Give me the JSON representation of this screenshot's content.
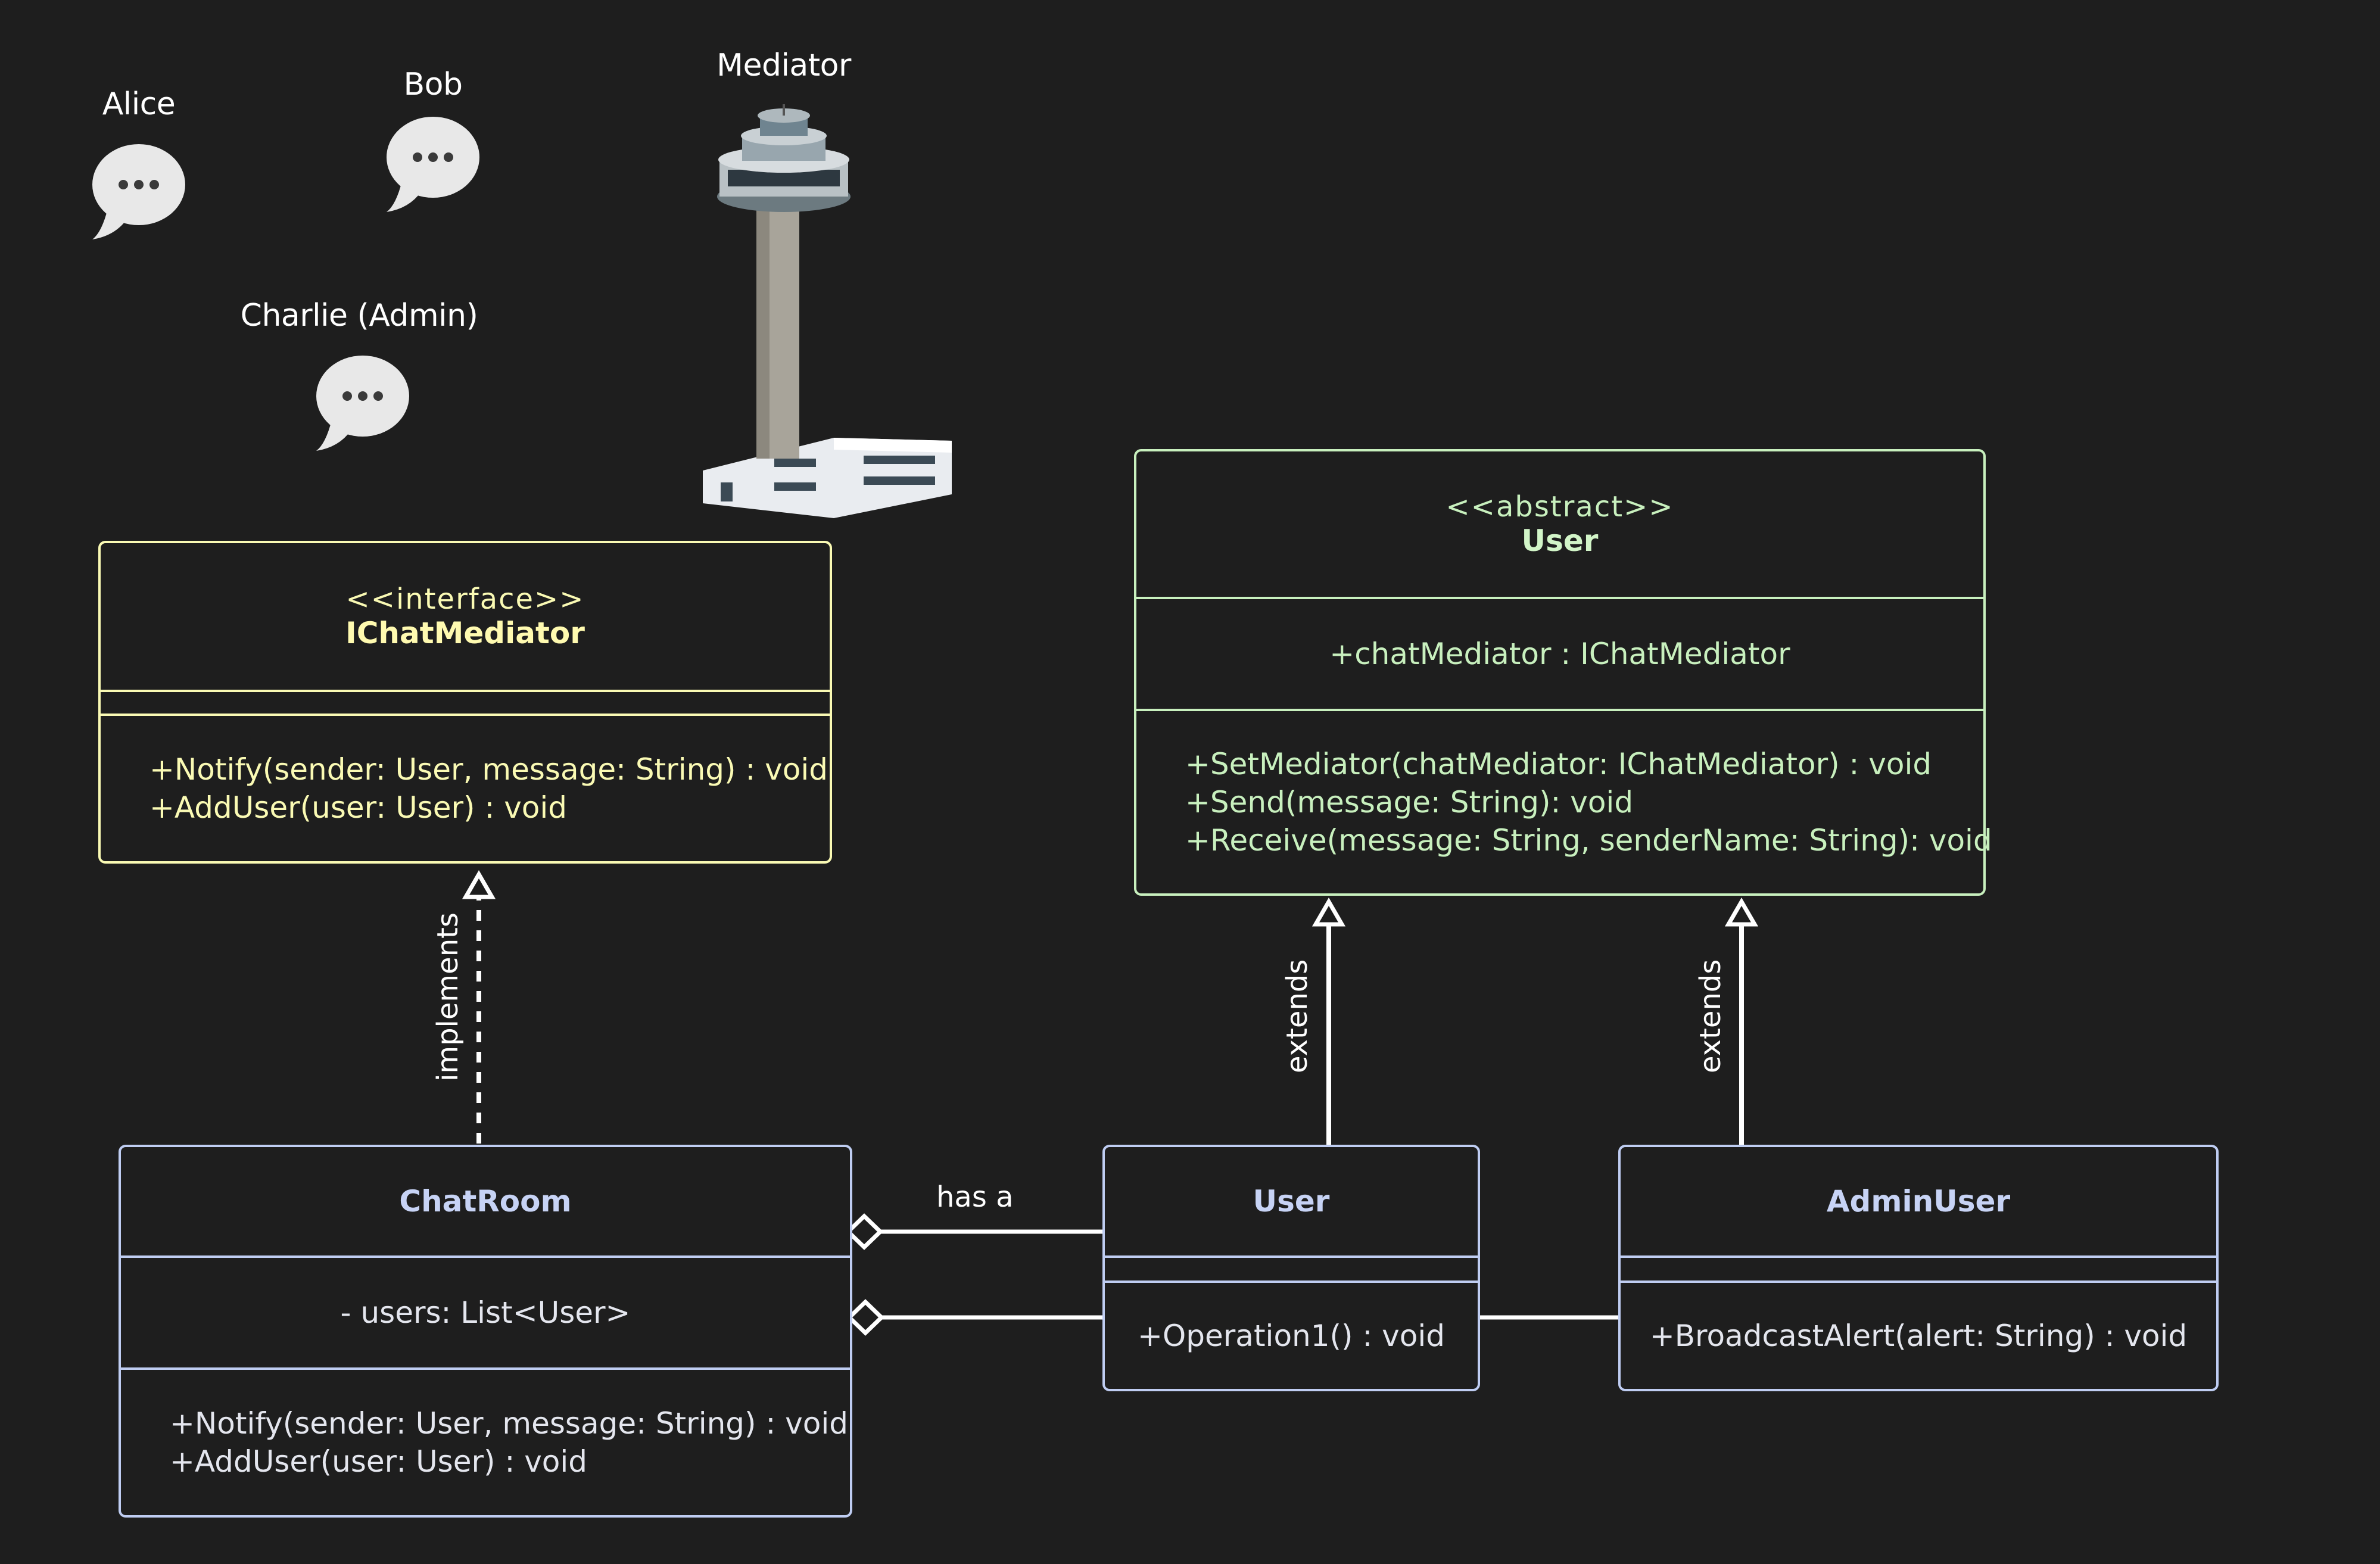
{
  "actors": {
    "alice": "Alice",
    "bob": "Bob",
    "charlie": "Charlie (Admin)",
    "mediator": "Mediator"
  },
  "interface_box": {
    "stereotype": "<<interface>>",
    "name": "IChatMediator",
    "methods": [
      "+Notify(sender: User, message: String) : void",
      "+AddUser(user: User) : void"
    ]
  },
  "abstract_box": {
    "stereotype": "<<abstract>>",
    "name": "User",
    "fields": [
      "+chatMediator : IChatMediator"
    ],
    "methods": [
      "+SetMediator(chatMediator: IChatMediator) : void",
      "+Send(message: String): void",
      "+Receive(message: String, senderName: String): void"
    ]
  },
  "chatroom_box": {
    "name": "ChatRoom",
    "fields": [
      "- users: List<User>"
    ],
    "methods": [
      "+Notify(sender: User, message: String) : void",
      "+AddUser(user: User) : void"
    ]
  },
  "user_box": {
    "name": "User",
    "methods": [
      "+Operation1() : void"
    ]
  },
  "admin_box": {
    "name": "AdminUser",
    "methods": [
      "+BroadcastAlert(alert: String) : void"
    ]
  },
  "edges": {
    "implements": "implements",
    "extends_user": "extends",
    "extends_admin": "extends",
    "has_a": "has a"
  },
  "colors": {
    "background": "#1e1e1e",
    "interface": "#fafab4",
    "abstract": "#c8f0be",
    "concrete": "#bfcdf2",
    "edge": "#ffffff"
  }
}
